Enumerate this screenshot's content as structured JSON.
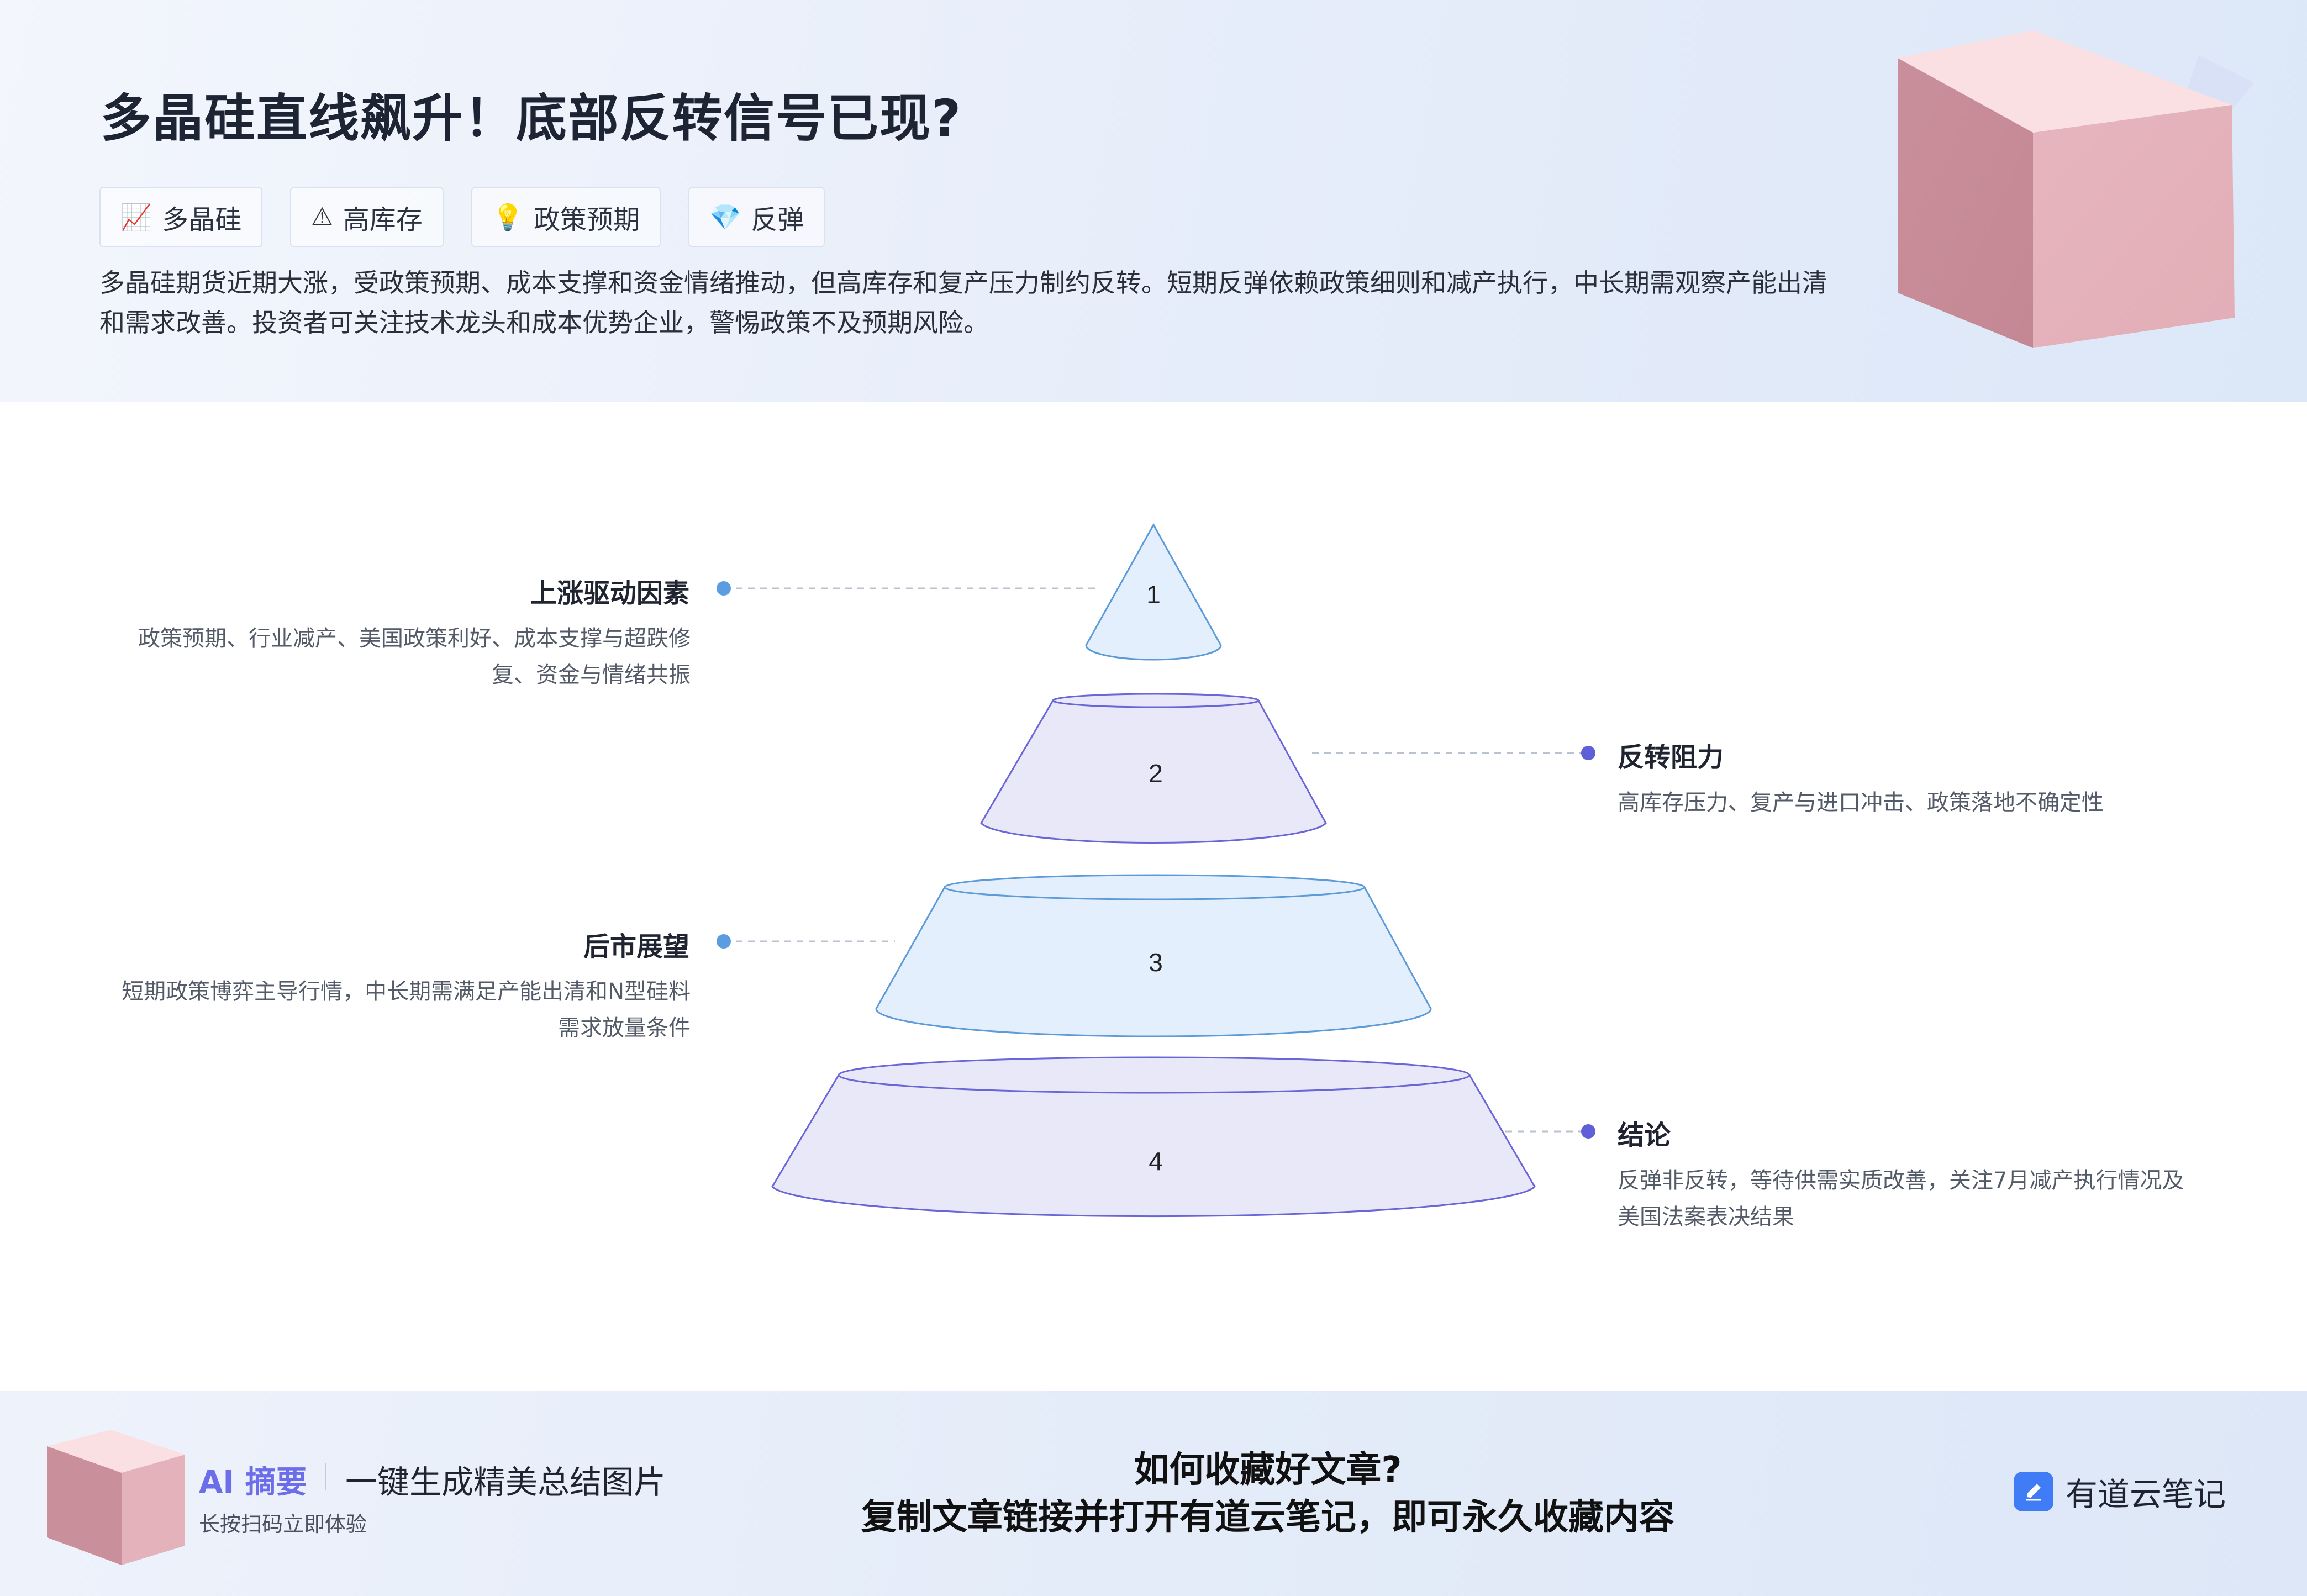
{
  "header": {
    "title": "多晶硅直线飙升！底部反转信号已现?",
    "tags": [
      {
        "icon": "📈",
        "icon_name": "chart-up-icon",
        "label": "多晶硅"
      },
      {
        "icon": "⚠",
        "icon_name": "warning-icon",
        "label": "高库存"
      },
      {
        "icon": "💡",
        "icon_name": "lightbulb-icon",
        "label": "政策预期"
      },
      {
        "icon": "💎",
        "icon_name": "gem-icon",
        "label": "反弹"
      }
    ],
    "summary": "多晶硅期货近期大涨，受政策预期、成本支撑和资金情绪推动，但高库存和复产压力制约反转。短期反弹依赖政策细则和减产执行，中长期需观察产能出清和需求改善。投资者可关注技术龙头和成本优势企业，警惕政策不及预期风险。"
  },
  "pyramid": {
    "levels": [
      {
        "number": "1",
        "title": "上涨驱动因素",
        "desc": "政策预期、行业减产、美国政策利好、成本支撑与超跌修复、资金与情绪共振"
      },
      {
        "number": "2",
        "title": "反转阻力",
        "desc": "高库存压力、复产与进口冲击、政策落地不确定性"
      },
      {
        "number": "3",
        "title": "后市展望",
        "desc": "短期政策博弈主导行情，中长期需满足产能出清和N型硅料需求放量条件"
      },
      {
        "number": "4",
        "title": "结论",
        "desc": "反弹非反转，等待供需实质改善，关注7月减产执行情况及美国法案表决结果"
      }
    ],
    "colors": {
      "blue_fill": "#e3effc",
      "blue_stroke": "#5d9bd8",
      "purple_fill": "#e9e8f8",
      "purple_stroke": "#6a66d8",
      "dot_blue": "#5b9de0",
      "dot_purple": "#5f5fd8"
    }
  },
  "footer": {
    "ai_logo": "AI 摘要",
    "slogan": "一键生成精美总结图片",
    "hint": "长按扫码立即体验",
    "cta_line1": "如何收藏好文章?",
    "cta_line2": "复制文章链接并打开有道云笔记，即可永久收藏内容",
    "brand": "有道云笔记"
  }
}
